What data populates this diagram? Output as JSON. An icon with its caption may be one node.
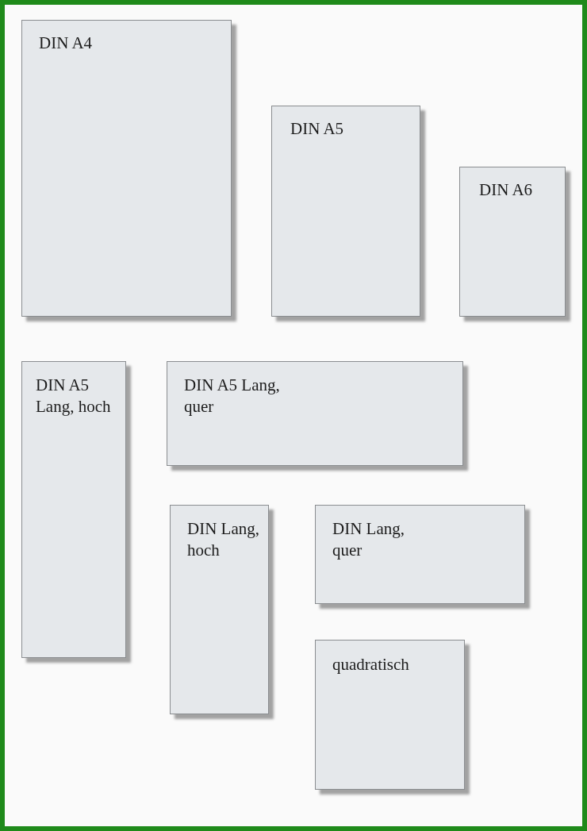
{
  "diagram": {
    "nodes": [
      {
        "text": [
          "DIN A4"
        ]
      },
      {
        "text": [
          "DIN A5"
        ]
      },
      {
        "text": [
          "DIN A6"
        ]
      },
      {
        "text": [
          "DIN A5 Lang, hoch"
        ]
      },
      {
        "text": [
          "DIN A5 Lang, quer"
        ]
      },
      {
        "text": [
          "DIN Lang, hoch"
        ]
      },
      {
        "text": [
          "DIN Lang, quer"
        ]
      },
      {
        "text": [
          "quadratisch"
        ]
      }
    ]
  }
}
